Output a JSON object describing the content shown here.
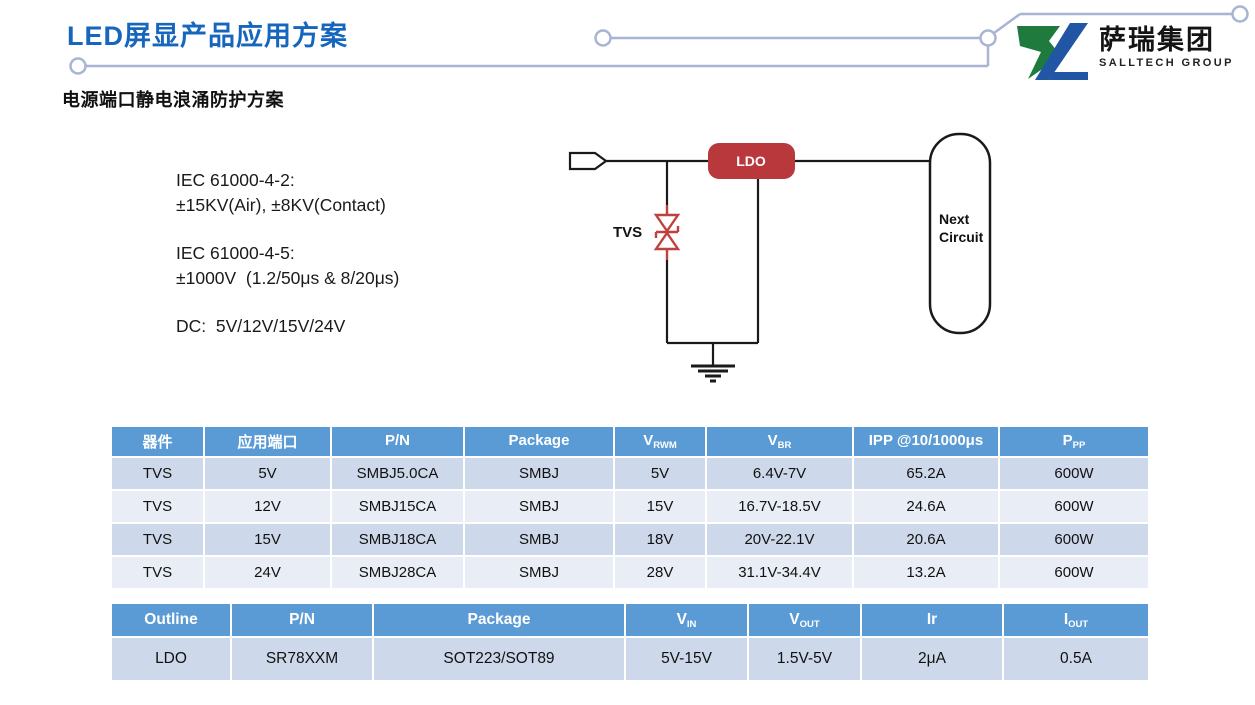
{
  "header": {
    "title": "LED屏显产品应用方案",
    "subtitle": "电源端口静电浪涌防护方案",
    "logo": {
      "cn": "萨瑞集团",
      "en": "SALLTECH GROUP"
    }
  },
  "specs": {
    "lines": [
      "IEC 61000-4-2:",
      "±15KV(Air), ±8KV(Contact)",
      "IEC 61000-4-5:",
      "±1000V  (1.2/50μs & 8/20μs)",
      "DC:  5V/12V/15V/24V"
    ]
  },
  "diagram": {
    "tvs_label": "TVS",
    "ldo_label": "LDO",
    "next_line1": "Next",
    "next_line2": "Circuit"
  },
  "table1": {
    "headers": [
      {
        "main": "器件",
        "sub": ""
      },
      {
        "main": "应用端口",
        "sub": ""
      },
      {
        "main": "P/N",
        "sub": ""
      },
      {
        "main": "Package",
        "sub": ""
      },
      {
        "main": "V",
        "sub": "RWM"
      },
      {
        "main": "V",
        "sub": "BR"
      },
      {
        "main": "IPP @10/1000μs",
        "sub": ""
      },
      {
        "main": "P",
        "sub": "PP"
      }
    ],
    "rows": [
      [
        "TVS",
        "5V",
        "SMBJ5.0CA",
        "SMBJ",
        "5V",
        "6.4V-7V",
        "65.2A",
        "600W"
      ],
      [
        "TVS",
        "12V",
        "SMBJ15CA",
        "SMBJ",
        "15V",
        "16.7V-18.5V",
        "24.6A",
        "600W"
      ],
      [
        "TVS",
        "15V",
        "SMBJ18CA",
        "SMBJ",
        "18V",
        "20V-22.1V",
        "20.6A",
        "600W"
      ],
      [
        "TVS",
        "24V",
        "SMBJ28CA",
        "SMBJ",
        "28V",
        "31.1V-34.4V",
        "13.2A",
        "600W"
      ]
    ]
  },
  "table2": {
    "headers": [
      {
        "main": "Outline",
        "sub": ""
      },
      {
        "main": "P/N",
        "sub": ""
      },
      {
        "main": "Package",
        "sub": ""
      },
      {
        "main": "V",
        "sub": "IN"
      },
      {
        "main": "V",
        "sub": "OUT"
      },
      {
        "main": "Ir",
        "sub": ""
      },
      {
        "main": "I",
        "sub": "OUT"
      }
    ],
    "rows": [
      [
        "LDO",
        "SR78XXM",
        "SOT223/SOT89",
        "5V-15V",
        "1.5V-5V",
        "2μA",
        "0.5A"
      ]
    ]
  },
  "colors": {
    "title_blue": "#1666BE",
    "table_header_blue": "#5B9BD5",
    "row_band_dark": "#CDD8EA",
    "row_band_light": "#E9EDF5",
    "ldo_red": "#B8383B",
    "tvs_red": "#C0403D",
    "trace_gray_blue": "#A8B5D2",
    "logo_green": "#1F7A3D",
    "logo_blue": "#2156A5"
  }
}
